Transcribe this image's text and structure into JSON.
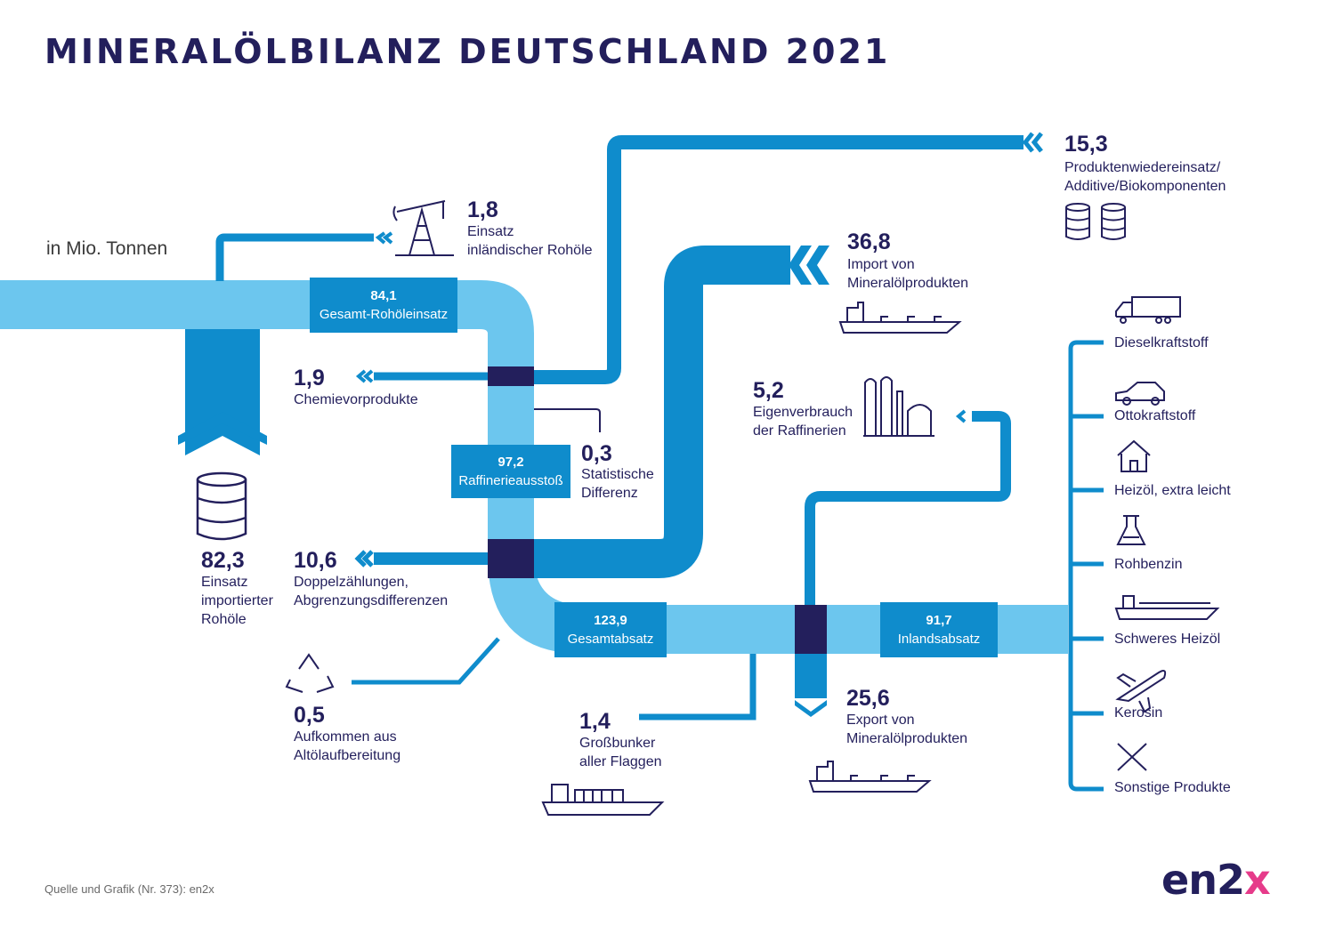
{
  "title": "MINERALÖLBILANZ DEUTSCHLAND 2021",
  "unit": "in Mio. Tonnen",
  "colors": {
    "flow_light": "#6cc6ee",
    "flow_dark": "#0f8ccc",
    "navy": "#231f5c"
  },
  "nodes": {
    "gesamt_rohoel": {
      "value": "84,1",
      "label": "Gesamt-Rohöleinsatz"
    },
    "raffinerie": {
      "value": "97,2",
      "label": "Raffinerieausstoß"
    },
    "gesamtabsatz": {
      "value": "123,9",
      "label": "Gesamtabsatz"
    },
    "inlandsabsatz": {
      "value": "91,7",
      "label": "Inlandsabsatz"
    }
  },
  "flows": {
    "import_rohoel": {
      "value": "82,3",
      "label": "Einsatz\nimportierter\nRohöle"
    },
    "inland_rohoel": {
      "value": "1,8",
      "label": "Einsatz\ninländischer Rohöle"
    },
    "produktenwiedereinsatz": {
      "value": "15,3",
      "label": "Produktenwiedereinsatz/\nAdditive/Biokomponenten"
    },
    "chemievorprodukte": {
      "value": "1,9",
      "label": "Chemievorprodukte"
    },
    "statistische_differenz": {
      "value": "0,3",
      "label": "Statistische\nDifferenz"
    },
    "import_produkte": {
      "value": "36,8",
      "label": "Import von\nMineralölprodukten"
    },
    "eigenverbrauch": {
      "value": "5,2",
      "label": "Eigenverbrauch\nder Raffinerien"
    },
    "doppelzaehlungen": {
      "value": "10,6",
      "label": "Doppelzählungen,\nAbgrenzungsdifferenzen"
    },
    "altoel": {
      "value": "0,5",
      "label": "Aufkommen aus\nAltölaufbereitung"
    },
    "grossbunker": {
      "value": "1,4",
      "label": "Großbunker\naller Flaggen"
    },
    "export": {
      "value": "25,6",
      "label": "Export von\nMineralölprodukten"
    }
  },
  "products": [
    {
      "label": "Dieselkraftstoff",
      "icon": "truck-icon"
    },
    {
      "label": "Ottokraftstoff",
      "icon": "car-icon"
    },
    {
      "label": "Heizöl, extra leicht",
      "icon": "house-icon"
    },
    {
      "label": "Rohbenzin",
      "icon": "flask-icon"
    },
    {
      "label": "Schweres Heizöl",
      "icon": "tanker-icon"
    },
    {
      "label": "Kerosin",
      "icon": "airplane-icon"
    },
    {
      "label": "Sonstige Produkte",
      "icon": "cross-icon"
    }
  ],
  "source": "Quelle und Grafik (Nr. 373): en2x",
  "logo": {
    "text": "en2",
    "accent": "x"
  }
}
